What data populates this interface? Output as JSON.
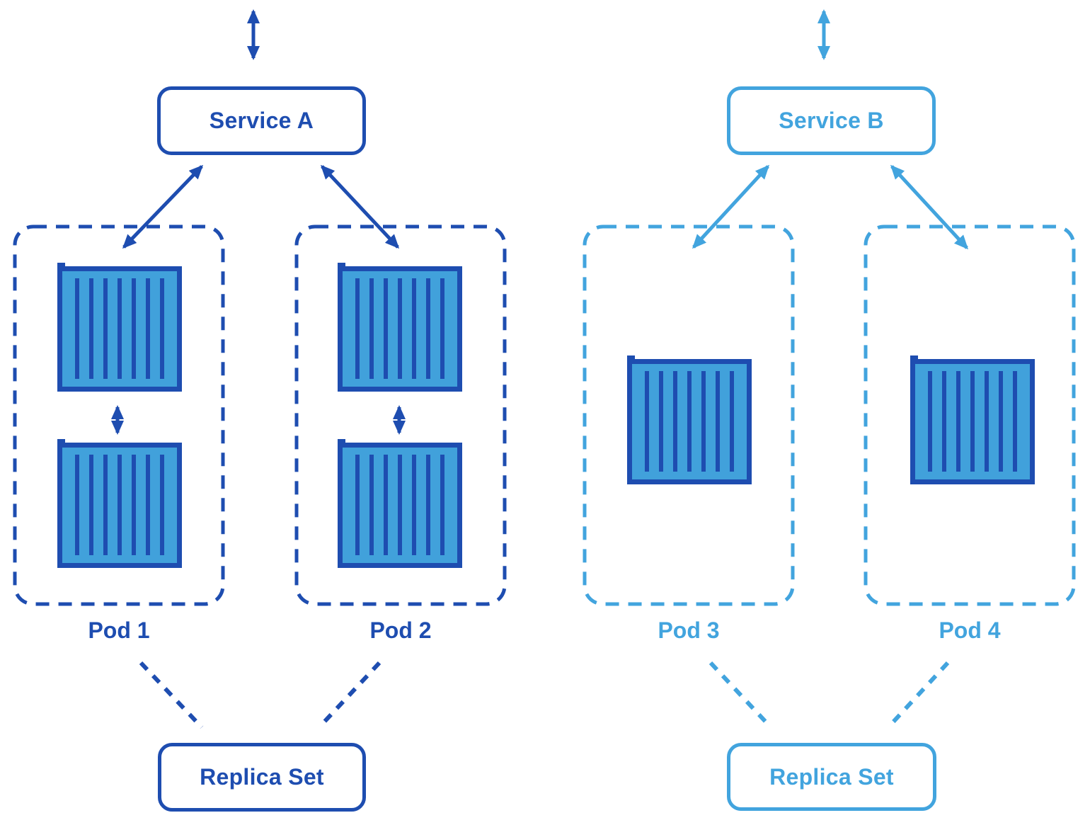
{
  "colors": {
    "dark": "#1e4db0",
    "light": "#42a4de",
    "fill": "#41a1db",
    "bg": "#ffffff"
  },
  "diagram": {
    "left": {
      "service": {
        "label": "Service A"
      },
      "pods": [
        {
          "label": "Pod 1",
          "container_count": 2
        },
        {
          "label": "Pod 2",
          "container_count": 2
        }
      ],
      "replica_set": {
        "label": "Replica Set"
      }
    },
    "right": {
      "service": {
        "label": "Service B"
      },
      "pods": [
        {
          "label": "Pod 3",
          "container_count": 1
        },
        {
          "label": "Pod 4",
          "container_count": 1
        }
      ],
      "replica_set": {
        "label": "Replica Set"
      }
    }
  }
}
